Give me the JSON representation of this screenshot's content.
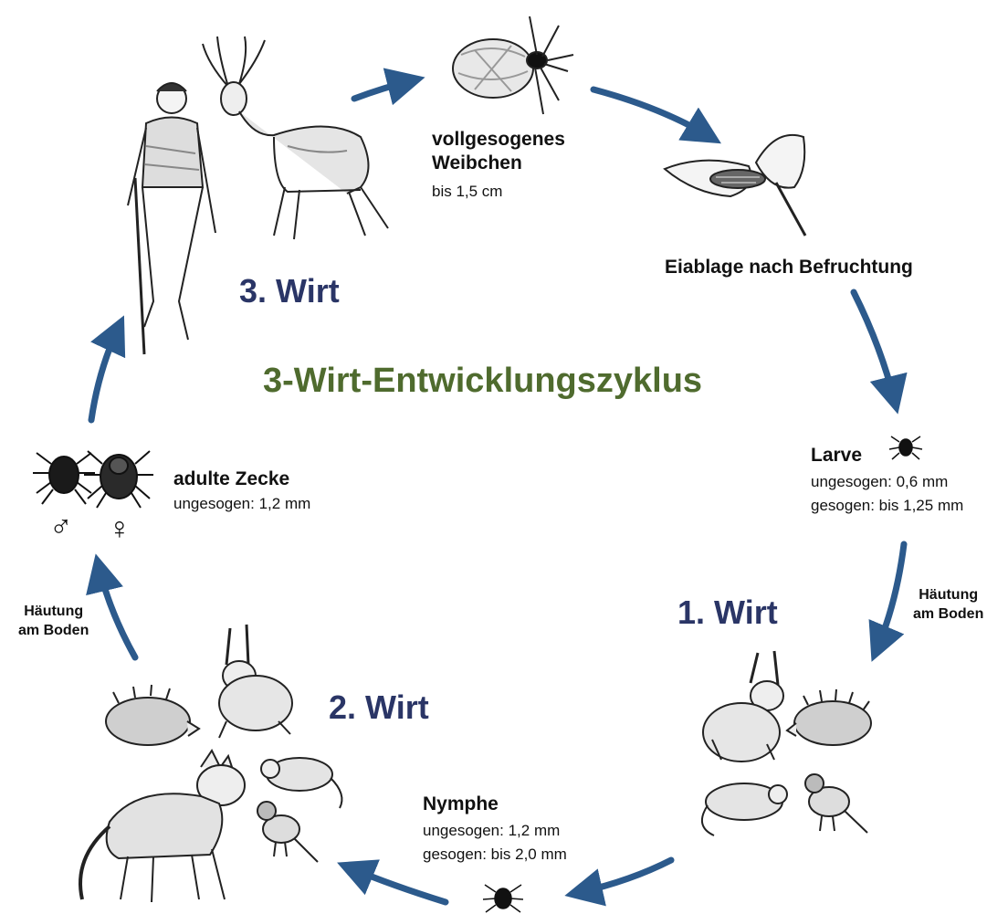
{
  "title": "3-Wirt-Entwicklungszyklus",
  "accent_colors": {
    "title": "#4f6b2e",
    "host": "#2a3566",
    "arrow": "#2c5a8c"
  },
  "stages": {
    "female": {
      "name_line1": "vollgesogenes",
      "name_line2": "Weibchen",
      "size": "bis 1,5 cm"
    },
    "eggs": {
      "name": "Eiablage nach Befruchtung"
    },
    "larva": {
      "name": "Larve",
      "unfed": "ungesogen: 0,6 mm",
      "fed": "gesogen: bis 1,25 mm"
    },
    "nymph": {
      "name": "Nymphe",
      "unfed": "ungesogen: 1,2 mm",
      "fed": "gesogen: bis 2,0 mm"
    },
    "adult": {
      "name": "adulte Zecke",
      "unfed": "ungesogen: 1,2 mm",
      "male_symbol": "♂",
      "female_symbol": "♀"
    }
  },
  "hosts": {
    "host1": "1. Wirt",
    "host2": "2. Wirt",
    "host3": "3. Wirt"
  },
  "moltings": {
    "right": {
      "line1": "Häutung",
      "line2": "am Boden"
    },
    "left": {
      "line1": "Häutung",
      "line2": "am Boden"
    }
  },
  "illustrations": [
    "hiker-illustration",
    "deer-illustration",
    "engorged-female-tick-illustration",
    "leaf-with-eggs-illustration",
    "larva-tick-icon",
    "rabbit-illustration",
    "hedgehog-illustration",
    "mouse-illustration",
    "bird-illustration",
    "nymph-tick-icon",
    "fox-illustration",
    "male-tick-icon",
    "female-tick-icon"
  ]
}
